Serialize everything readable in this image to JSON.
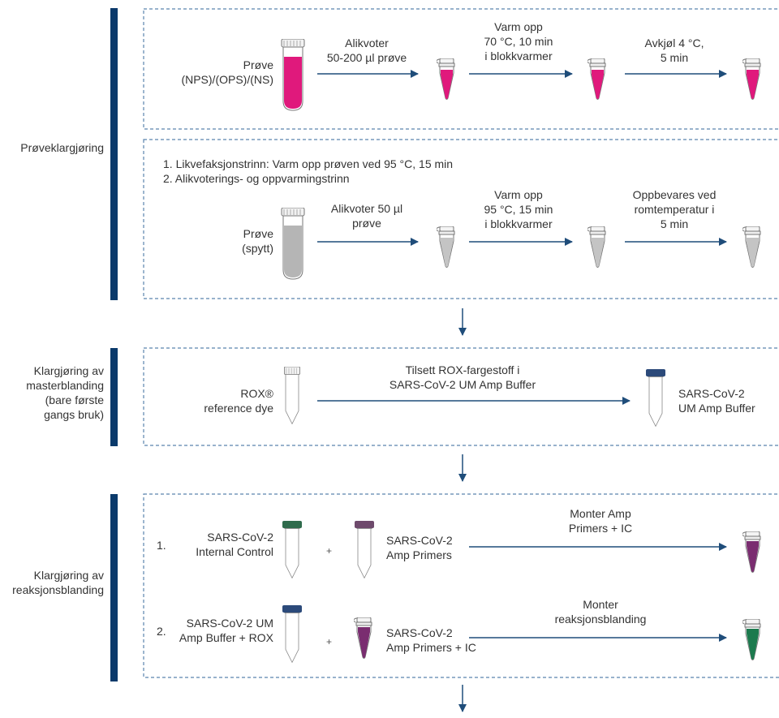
{
  "sections": {
    "sample_prep": {
      "label": "Prøveklargjøring"
    },
    "master_mix": {
      "label_lines": [
        "Klargjøring av",
        "masterblanding",
        "(bare første",
        "gangs bruk)"
      ]
    },
    "reaction_mix": {
      "label_lines": [
        "Klargjøring av",
        "reaksjonsblanding"
      ]
    }
  },
  "box1": {
    "sample_lines": [
      "Prøve",
      "(NPS)/(OPS)/(NS)"
    ],
    "step1_lines": [
      "Alikvoter",
      "50-200 µl prøve"
    ],
    "step2_lines": [
      "Varm opp",
      "70 °C, 10 min",
      "i blokkvarmer"
    ],
    "step3_lines": [
      "Avkjøl 4 °C,",
      "5 min"
    ]
  },
  "box2": {
    "instructions": [
      "1. Likvefaksjonstrinn: Varm opp prøven ved 95 °C, 15 min",
      "2. Alikvoterings- og oppvarmingstrinn"
    ],
    "sample_lines": [
      "Prøve",
      "(spytt)"
    ],
    "step1_lines": [
      "Alikvoter 50 µl",
      "prøve"
    ],
    "step2_lines": [
      "Varm opp",
      "95 °C, 15 min",
      "i blokkvarmer"
    ],
    "step3_lines": [
      "Oppbevares ved",
      "romtemperatur i",
      "5 min"
    ]
  },
  "box3": {
    "reagent_lines": [
      "ROX®",
      "reference dye"
    ],
    "step_lines": [
      "Tilsett ROX-fargestoff i",
      "SARS-CoV-2 UM Amp Buffer"
    ],
    "result_lines": [
      "SARS-CoV-2",
      "UM Amp Buffer"
    ]
  },
  "box4": {
    "row1": {
      "number": "1.",
      "left_lines": [
        "SARS-CoV-2",
        "Internal Control"
      ],
      "plus": "+",
      "right_lines": [
        "SARS-CoV-2",
        "Amp Primers"
      ],
      "step_lines": [
        "Monter Amp",
        "Primers + IC"
      ]
    },
    "row2": {
      "number": "2.",
      "left_lines": [
        "SARS-CoV-2 UM",
        "Amp Buffer + ROX"
      ],
      "plus": "+",
      "right_lines": [
        "SARS-CoV-2",
        "Amp Primers + IC"
      ],
      "step_lines": [
        "Monter",
        "reaksjonsblanding"
      ]
    }
  },
  "colors": {
    "bar": "#0b3a6b",
    "arrow": "#1f4d7a",
    "dashed": "#5b84ad",
    "pink": "#e0197c",
    "purple": "#7a2d70",
    "green": "#1c7a4e",
    "cap_green": "#2f6b4c",
    "cap_blue": "#2c4a7a",
    "cap_purple": "#6e4a6c",
    "gray_liquid": "#b5b5b5"
  }
}
